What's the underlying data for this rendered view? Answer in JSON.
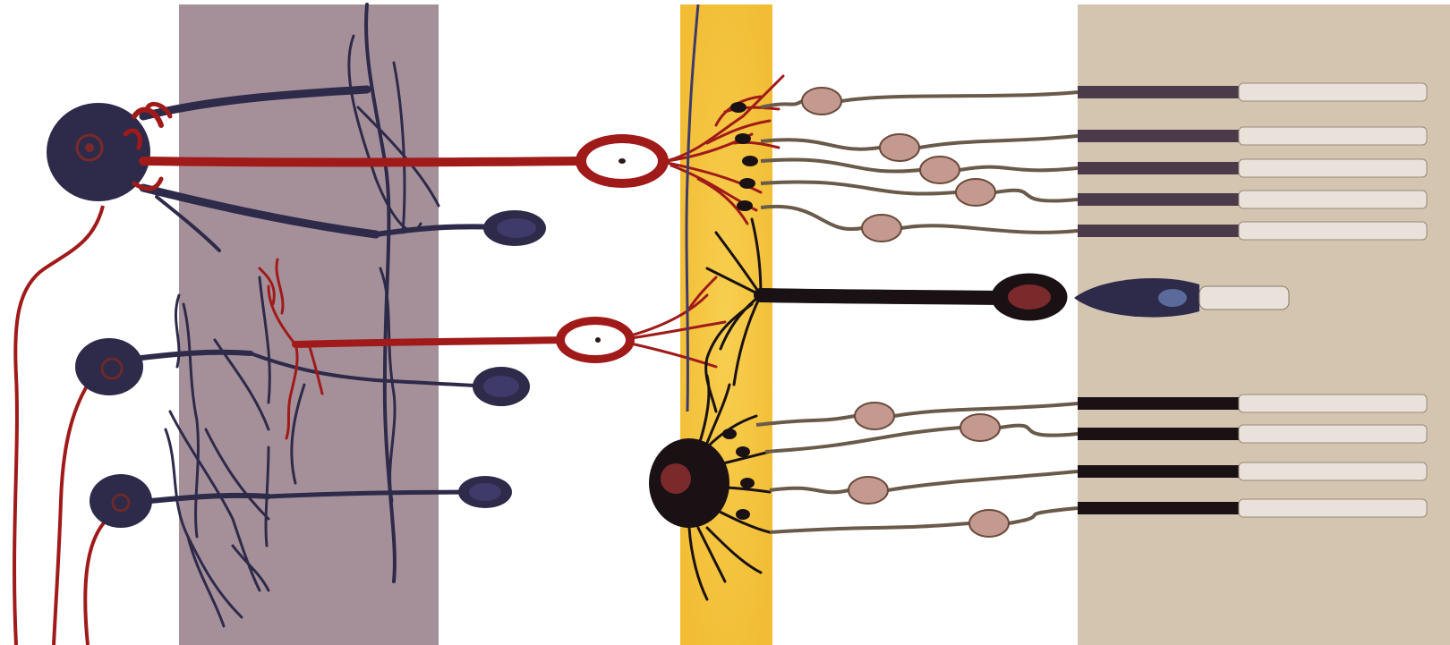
{
  "diagram": {
    "kind": "retina-neural-circuit-illustration",
    "labels": [],
    "layers": [
      {
        "name": "ganglion-cell-layer-band",
        "color": "#a5909a"
      },
      {
        "name": "outer-plexiform-layer-band",
        "color": "#f4c542"
      },
      {
        "name": "photoreceptor-outer-segment-band",
        "color": "#d4c5b0"
      }
    ],
    "cells": {
      "red_pathway": {
        "color": "#a01a1a",
        "role": "amacrine / bipolar relay (red)"
      },
      "black_pathway": {
        "color": "#1a1114",
        "role": "cone bipolar / horizontal (black)"
      },
      "navy_pathway": {
        "color": "#2e2a4a",
        "role": "ganglion cells (navy)"
      },
      "nucleus_fill": {
        "color": "#c49a90"
      },
      "rod_segment": {
        "color": "#4a3a4a"
      },
      "rod_tip": {
        "color": "#e8e2da"
      }
    },
    "counts": {
      "upper_photoreceptors": 5,
      "lower_photoreceptors": 4,
      "ganglion_cells": 3
    }
  }
}
